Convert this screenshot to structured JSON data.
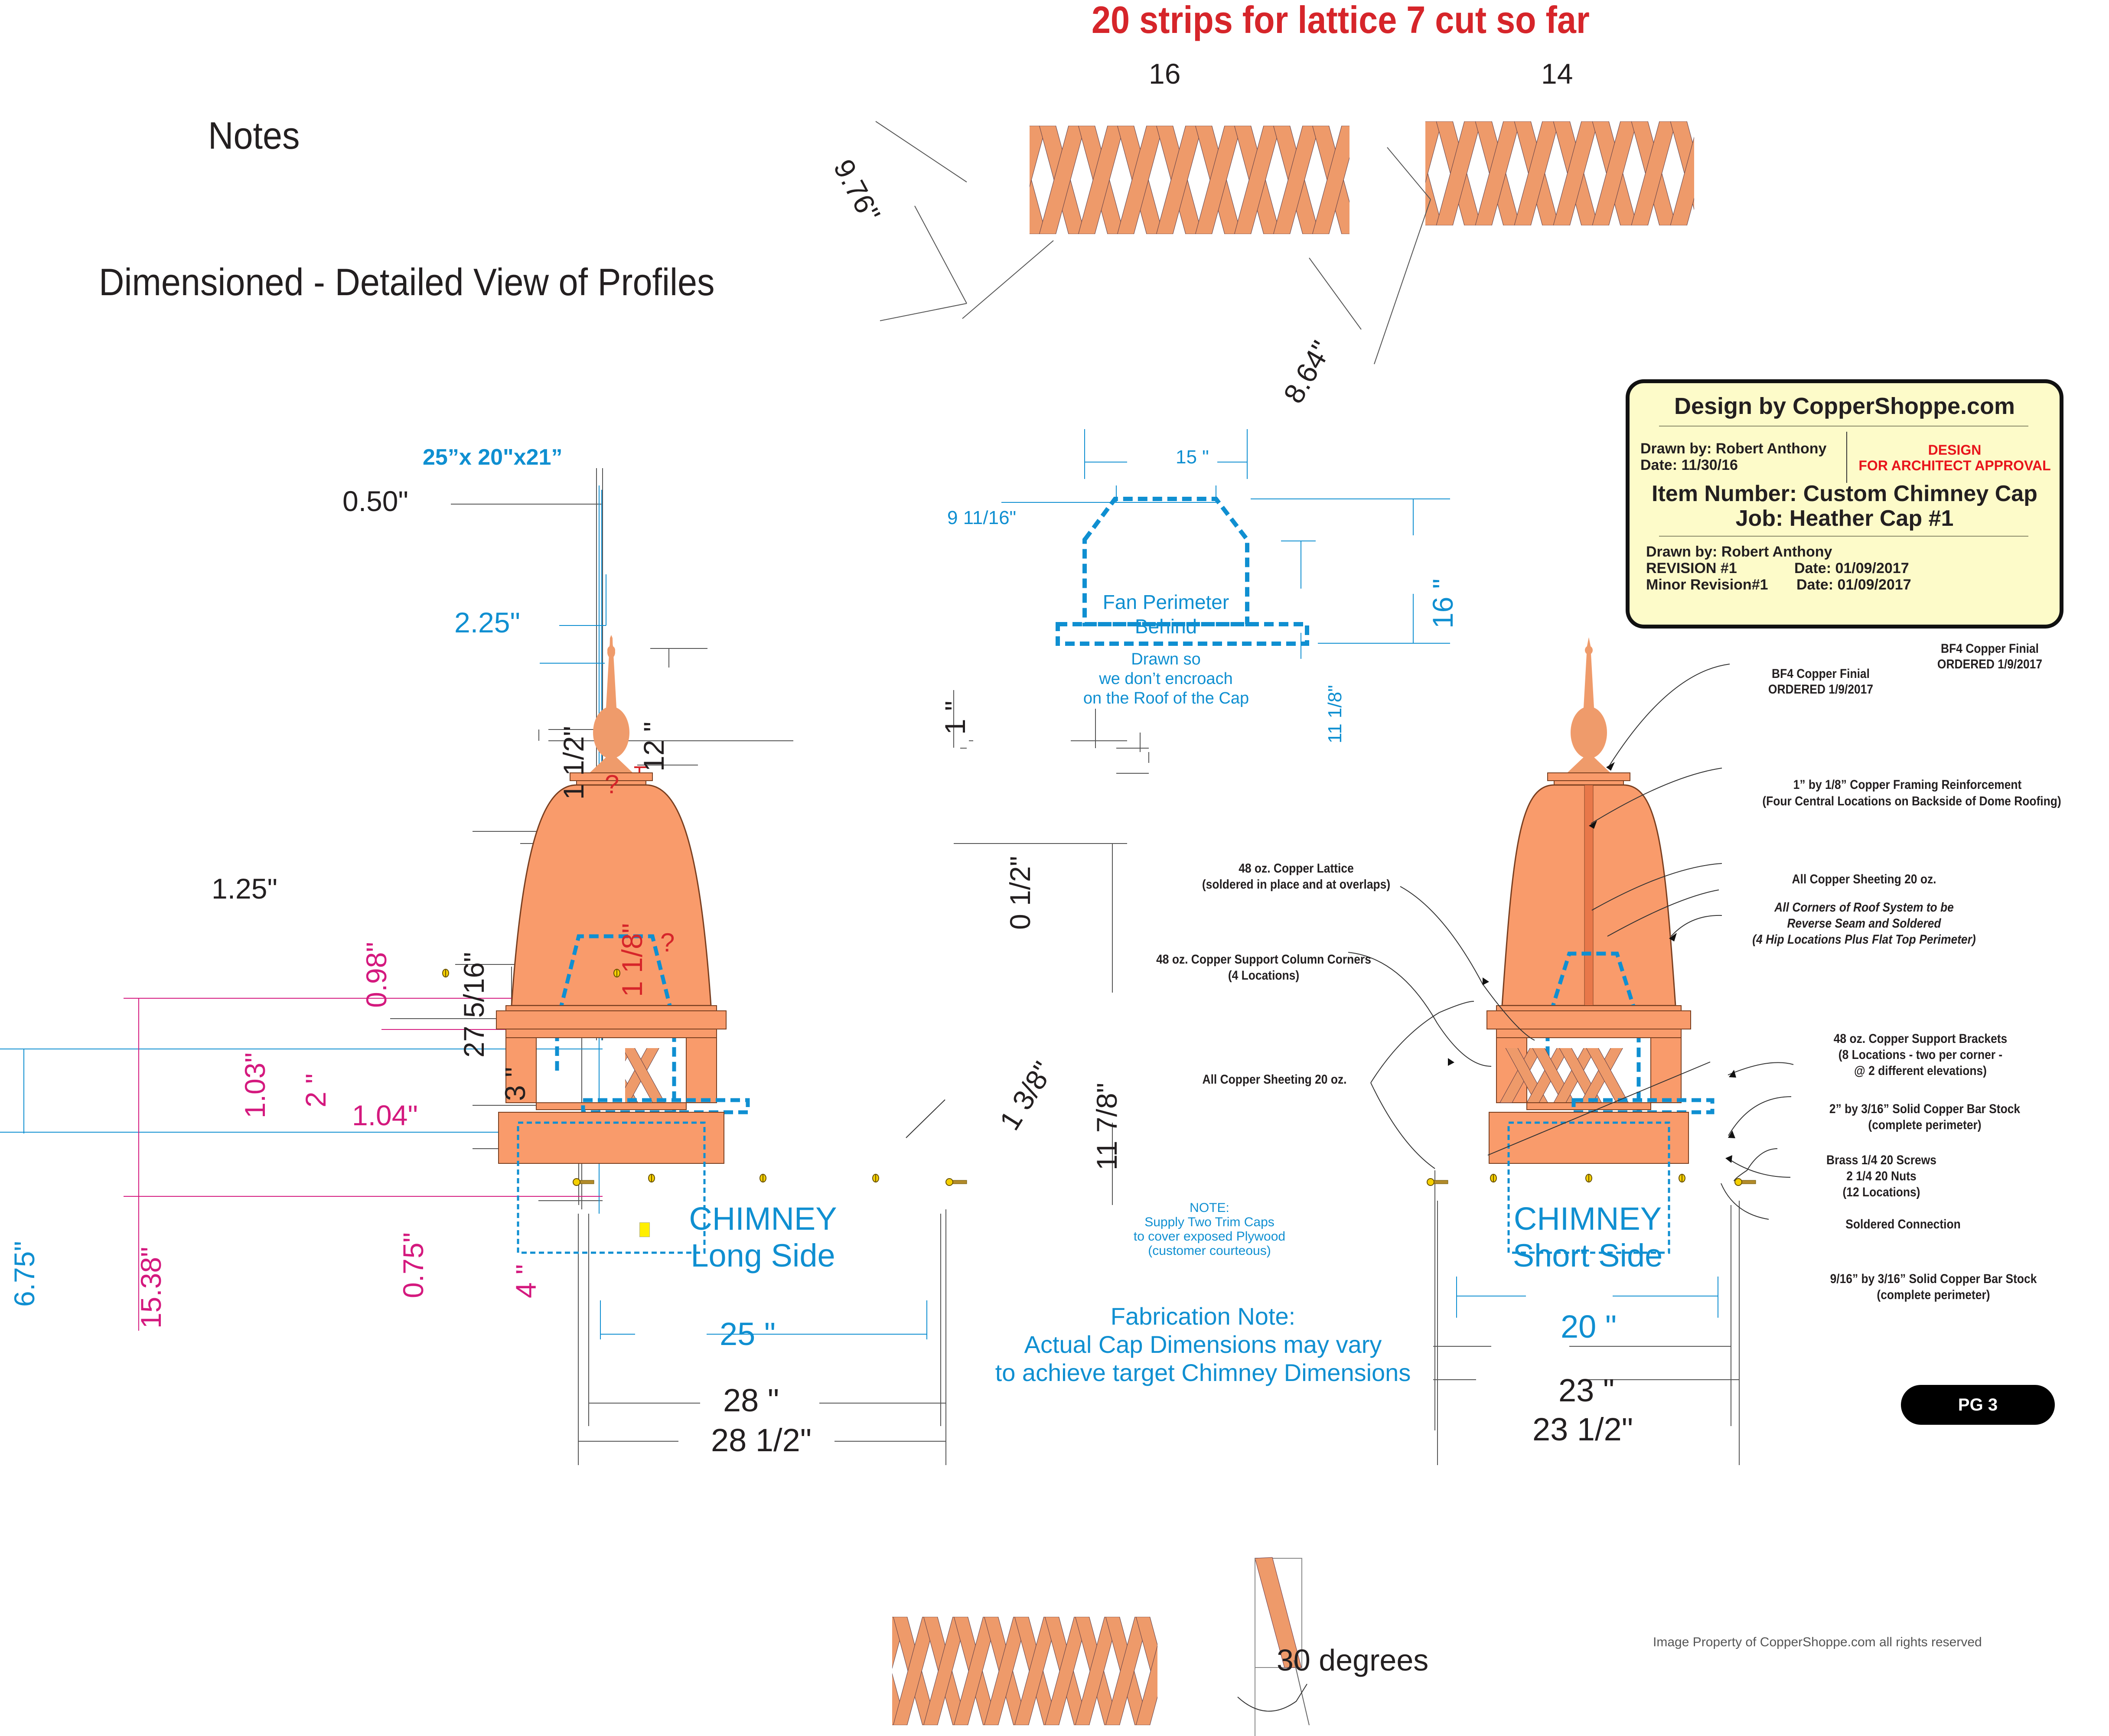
{
  "header": {
    "lattice_note": "20 strips for lattice 7 cut so far",
    "notes_heading": "Notes",
    "subtitle": "Dimensioned - Detailed View of Profiles"
  },
  "lattice_samples": {
    "panel_a_count": "16",
    "panel_b_count": "14",
    "diag_a": "9.76\"",
    "diag_b": "8.64\"",
    "angle_label": "30 degrees"
  },
  "title_block": {
    "company": "Design by CopperShoppe.com",
    "drawn_by": "Drawn by: Robert Anthony",
    "date": "Date: 11/30/16",
    "status_line1": "DESIGN",
    "status_line2": "FOR ARCHITECT APPROVAL",
    "item_number": "Item Number: Custom Chimney Cap",
    "job": "Job:  Heather Cap #1",
    "rev_drawn_by": "Drawn by: Robert Anthony",
    "revision": "REVISION #1",
    "revision_date": "Date: 01/09/2017",
    "minor_revision": "Minor Revision#1",
    "minor_revision_date": "Date: 01/09/2017"
  },
  "fan_perimeter": {
    "width_top": "15 \"",
    "width_inner": "9 11/16\"",
    "height_total": "16 \"",
    "height_side": "11 1/8\"",
    "label1": "Fan Perimeter",
    "label2": "Behind",
    "label3": "Drawn so",
    "label4": "we don’t encroach",
    "label5": "on the Roof of the Cap"
  },
  "long_side": {
    "overall_dims": "25”x 20\"x21”",
    "dims_black": [
      "0.50\"",
      "1.25\"",
      "1 1/2\"",
      "12 \"",
      "1 \"",
      "0 1/2\"",
      "27 5/16\"",
      "3 \"",
      "1 3/8\"",
      "11 7/8\""
    ],
    "dims_blue": [
      "2.25\"",
      "6.75\""
    ],
    "dims_pink": [
      "0.98\"",
      "1.03\"",
      "2 \"",
      "1.04\"",
      "15.38\"",
      "0.75\"",
      "4 \""
    ],
    "dims_red": [
      "1 1/8\"",
      "?",
      "?"
    ],
    "chimney_label1": "CHIMNEY",
    "chimney_label2": "Long Side",
    "width_chimney": "25 \"",
    "width_cap": "28 \"",
    "width_overall": "28 1/2\""
  },
  "short_side": {
    "chimney_label1": "CHIMNEY",
    "chimney_label2": "Short Side",
    "width_chimney": "20 \"",
    "width_cap": "23 \"",
    "width_overall": "23 1/2\""
  },
  "callouts": {
    "finial_a_1": "BF4 Copper Finial",
    "finial_a_2": "ORDERED 1/9/2017",
    "finial_b_1": "BF4 Copper Finial",
    "finial_b_2": "ORDERED 1/9/2017",
    "framing_1": "1” by 1/8” Copper Framing Reinforcement",
    "framing_2": "(Four Central Locations on Backside of Dome Roofing)",
    "sheeting_r": "All Copper Sheeting 20 oz.",
    "corners_1": "All Corners of Roof System to be",
    "corners_2": "Reverse Seam and Soldered",
    "corners_3": "(4 Hip Locations Plus Flat Top Perimeter)",
    "lattice_1": "48 oz. Copper Lattice",
    "lattice_2": "(soldered in place and at overlaps)",
    "column_1": "48 oz. Copper Support Column Corners",
    "column_2": "(4 Locations)",
    "sheeting_l": "All Copper Sheeting 20 oz.",
    "brackets_1": "48 oz. Copper Support Brackets",
    "brackets_2": "(8 Locations - two per corner -",
    "brackets_3": "@ 2 different elevations)",
    "barstock2_1": "2” by 3/16” Solid Copper Bar Stock",
    "barstock2_2": "(complete perimeter)",
    "screws_1": "Brass 1/4 20 Screws",
    "screws_2": "2 1/4 20 Nuts",
    "screws_3": "(12 Locations)",
    "soldered": "Soldered Connection",
    "barstock916_1": "9/16” by 3/16” Solid Copper Bar Stock",
    "barstock916_2": "(complete perimeter)"
  },
  "notes": {
    "trim_1": "NOTE:",
    "trim_2": "Supply Two Trim Caps",
    "trim_3": "to cover exposed Plywood",
    "trim_4": "(customer courteous)",
    "fab_1": "Fabrication Note:",
    "fab_2": "Actual Cap Dimensions may vary",
    "fab_3": "to achieve target Chimney Dimensions"
  },
  "footer": {
    "page": "PG 3",
    "copyright": "Image Property of CopperShoppe.com all rights reserved"
  },
  "colors": {
    "copper": "#f99b6b",
    "copper_dark": "#e8784a",
    "lattice": "#ee9a6a",
    "dim_blue": "#0f8fd1",
    "dim_pink": "#d4197e",
    "alert_red": "#d6252a",
    "titleblock_bg": "#fdfbc9"
  }
}
